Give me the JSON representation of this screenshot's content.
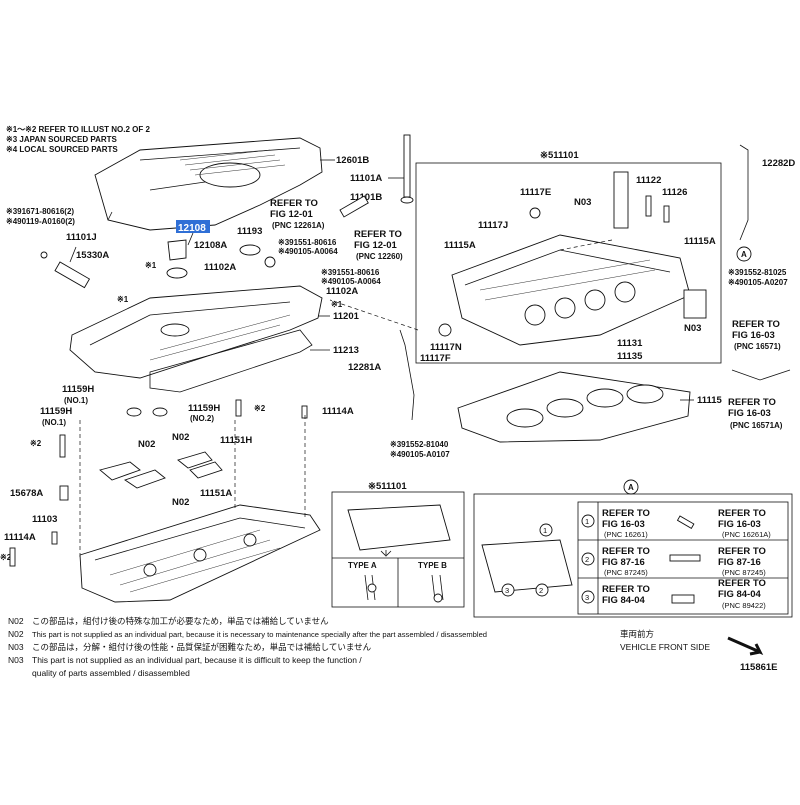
{
  "header_notes": [
    "※1〜※2  REFER TO ILLUST NO.2 OF 2",
    "※3 JAPAN SOURCED PARTS",
    "※4 LOCAL SOURCED PARTS"
  ],
  "highlight": {
    "part": "12108",
    "color": "#2f6fd6"
  },
  "parts": {
    "p12601B": "12601B",
    "p12108A": "12108A",
    "p11193": "11193",
    "p11102A_1": "11102A",
    "p11102A_2": "11102A",
    "p11201": "11201",
    "p11213": "11213",
    "p11101J": "11101J",
    "p15330A": "15330A",
    "p391671": "※391671-80616(2)",
    "p490119": "※490119-A0160(2)",
    "p391551a": "※391551-80616",
    "p490105a": "※490105-A0064",
    "p391551b": "※391551-80616",
    "p490105b": "※490105-A0064",
    "p11101A": "11101A",
    "p11101B": "11101B",
    "p11101_top": "※511101",
    "p11117E": "11117E",
    "p11117J": "11117J",
    "p11115A_1": "11115A",
    "p11115A_2": "11115A",
    "pN03a": "N03",
    "pN03b": "N03",
    "p11122": "11122",
    "p11126": "11126",
    "p12282D": "12282D",
    "p391552a": "※391552-81025",
    "p490105c": "※490105-A0207",
    "p11117N": "11117N",
    "p11117F": "11117F",
    "p11131": "11131",
    "p11135": "11135",
    "p12281A": "12281A",
    "p11115": "11115",
    "p391552b": "※391552-81040",
    "p490105d": "※490105-A0107",
    "p11159H_1": "11159H",
    "p11159H_2": "11159H",
    "p11159H_3": "11159H",
    "pNO1a": "(NO.1)",
    "pNO1b": "(NO.1)",
    "pNO2": "(NO.2)",
    "p11114A_1": "11114A",
    "p11114A_2": "11114A",
    "pN02a": "N02",
    "pN02b": "N02",
    "pN02c": "N02",
    "p11151H": "11151H",
    "p11151A": "11151A",
    "p15678A": "15678A",
    "p11103": "11103",
    "m1": "※1",
    "m1b": "※1",
    "m1c": "※1",
    "m1d": "※1",
    "m2": "※2",
    "m2b": "※2",
    "m2c": "※2",
    "circleA": "A"
  },
  "refs": {
    "r1_a": "REFER TO",
    "r1_b": "FIG 12-01",
    "r1_c": "(PNC 12261A)",
    "r2_a": "REFER TO",
    "r2_b": "FIG 12-01",
    "r2_c": "(PNC 12260)",
    "r3_a": "REFER TO",
    "r3_b": "FIG 16-03",
    "r3_c": "(PNC 16571)",
    "r4_a": "REFER TO",
    "r4_b": "FIG 16-03",
    "r4_c": "(PNC 16571A)"
  },
  "inset_left": {
    "title": "※511101",
    "type_a": "TYPE A",
    "type_b": "TYPE B"
  },
  "inset_right": {
    "circle": "A",
    "rows": [
      {
        "num": "1",
        "left_a": "REFER TO",
        "left_b": "FIG 16-03",
        "left_c": "(PNC 16261)",
        "right_a": "REFER TO",
        "right_b": "FIG 16-03",
        "right_c": "(PNC 16261A)"
      },
      {
        "num": "2",
        "left_a": "REFER TO",
        "left_b": "FIG 87-16",
        "left_c": "(PNC 87245)",
        "right_a": "REFER TO",
        "right_b": "FIG 87-16",
        "right_c": "(PNC 87245)"
      },
      {
        "num": "3",
        "left_a": "REFER TO",
        "left_b": "FIG 84-04",
        "left_c": "",
        "right_a": "REFER TO",
        "right_b": "FIG 84-04",
        "right_c": "(PNC 89422)"
      }
    ],
    "callouts": [
      "1",
      "2",
      "3"
    ]
  },
  "footer": {
    "n02_jp": "この部品は，組付け後の特殊な加工が必要なため，単品では補給していません",
    "n02_en": "This part is not supplied as an individual part, because it is necessary to maintenance specially after the part assembled / disassembled",
    "n03_jp": "この部品は，分解・組付け後の性能・品質保証が困難なため，単品では補給していません",
    "n03_en": "This part is not supplied as an individual part, because it is difficult to keep the function /",
    "n03_en2": "quality of parts  assembled / disassembled",
    "n02_label": "N02",
    "n03_label": "N03",
    "front_jp": "車両前方",
    "front_en": "VEHICLE FRONT SIDE",
    "fig_code": "115861E"
  }
}
